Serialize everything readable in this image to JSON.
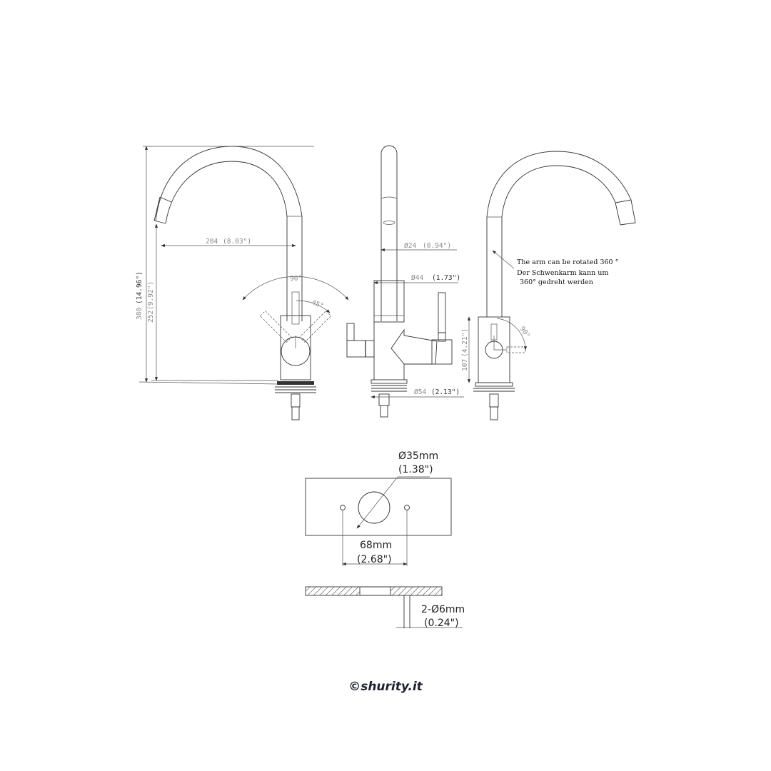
{
  "front_view": {
    "dim_height_total": "380",
    "dim_height_total_in": "(14.96\")",
    "dim_height_spout": "252",
    "dim_height_spout_in": "(9.92\")",
    "dim_reach": "204",
    "dim_reach_in": "(8.03\")",
    "angle_total": "90°",
    "angle_half": "45°"
  },
  "side_view": {
    "dim_spout_dia": "Ø24",
    "dim_spout_dia_in": "(0.94\")",
    "dim_body_dia": "Ø44",
    "dim_body_dia_in": "(1.73\")",
    "dim_base_dia": "Ø54",
    "dim_base_dia_in": "(2.13\")"
  },
  "rear_view": {
    "note_en": "The arm can be rotated 360 °",
    "note_de_line1": "Der Schwenkarm kann um",
    "note_de_line2": "360° gedreht werden",
    "dim_body_height": "107",
    "dim_body_height_in": "(4.21\")",
    "angle_lever": "90°"
  },
  "mounting_plate": {
    "hole_dia": "Ø35mm",
    "hole_dia_in": "(1.38\")",
    "hole_spacing": "68mm",
    "hole_spacing_in": "(2.68\")",
    "pin_dia": "2-Ø6mm",
    "pin_dia_in": "(0.24\")"
  },
  "footer": {
    "copyright": "©shurity.it"
  }
}
